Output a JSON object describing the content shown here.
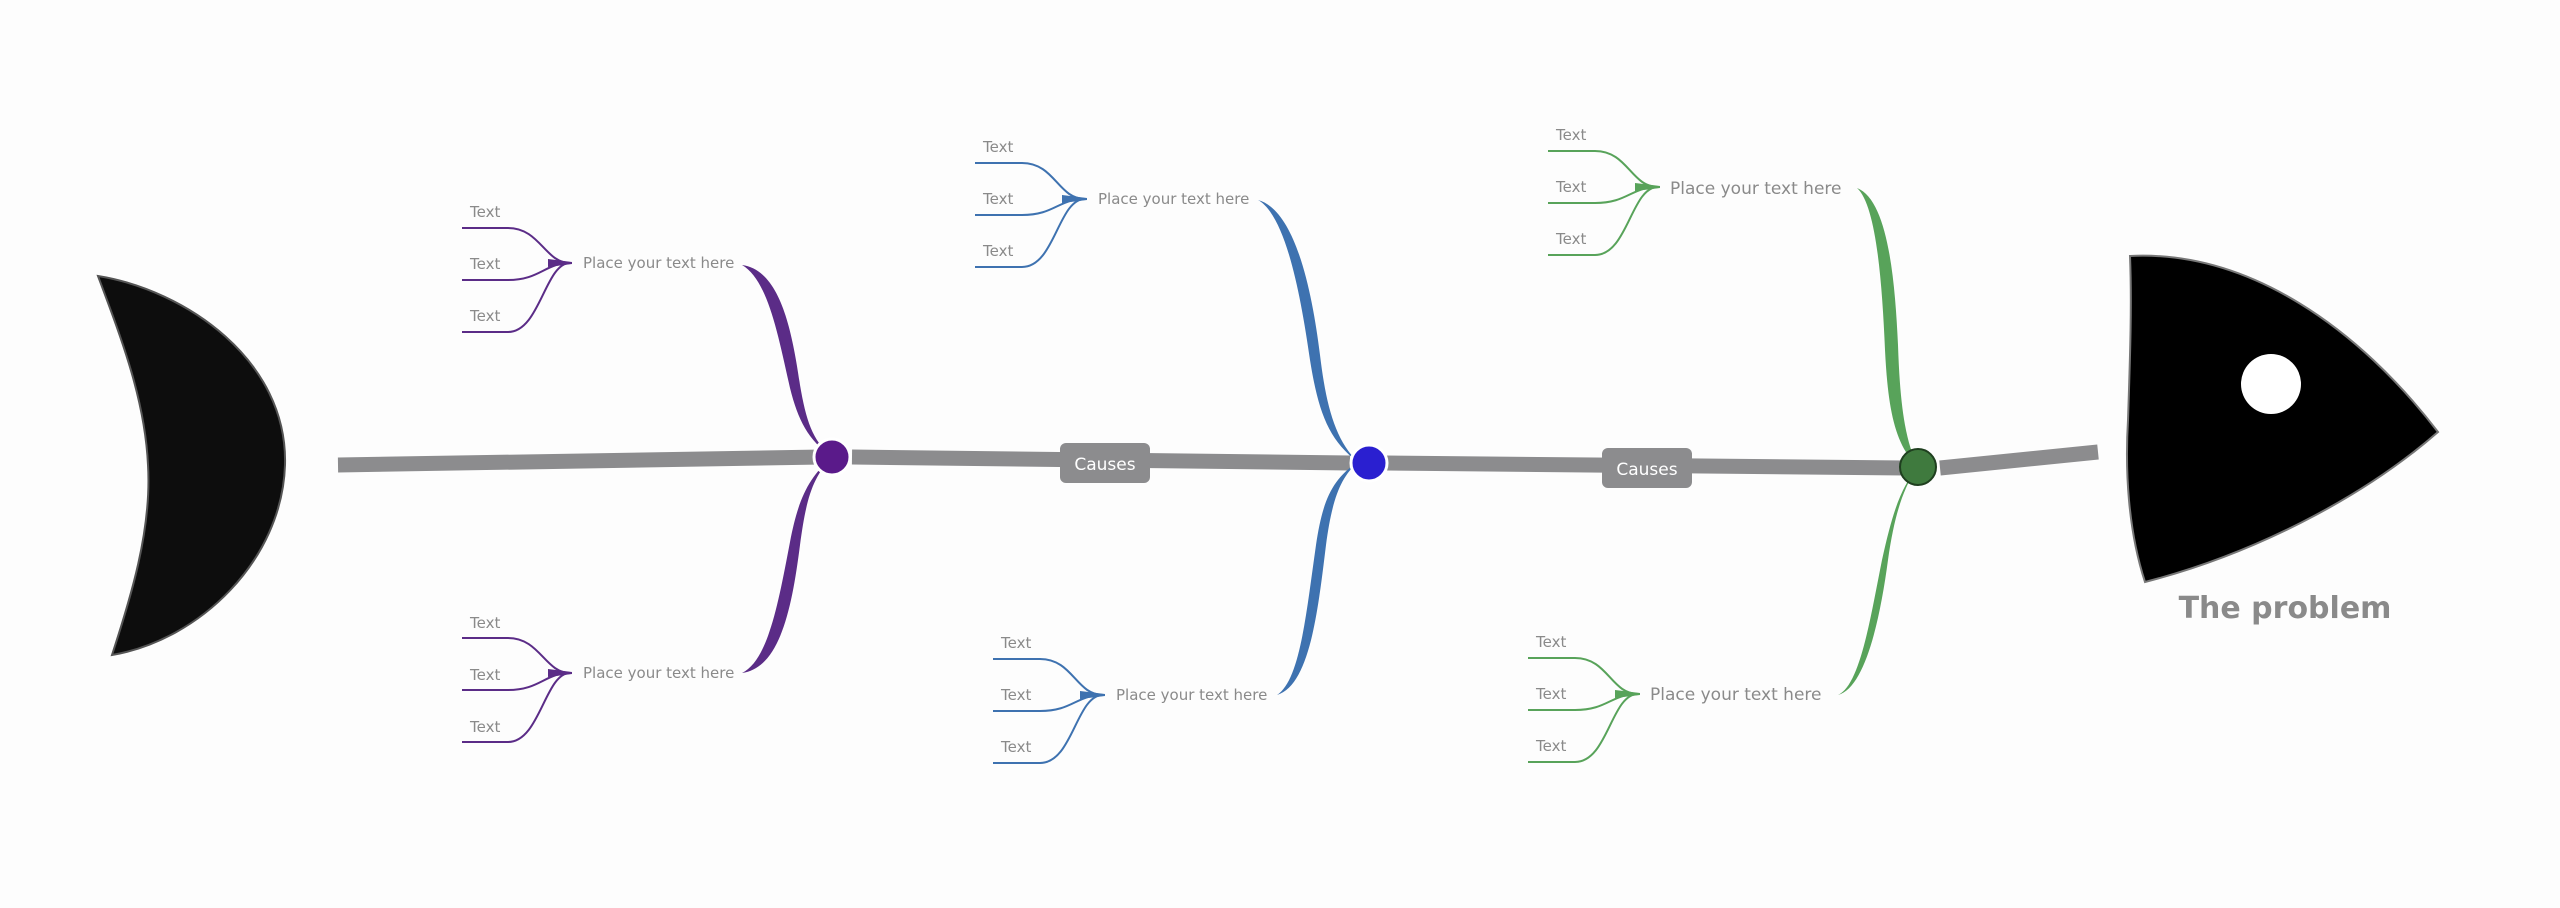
{
  "problem": {
    "label": "The problem"
  },
  "causes_labels": [
    "Causes",
    "Causes"
  ],
  "colors": {
    "spine": "#8c8c8e",
    "purple": "#5b2c87",
    "blue": "#3e72b0",
    "green": "#58a35a",
    "node_purple": "#5a1a8a",
    "node_blue": "#2a1fd0",
    "node_green": "#3f7a3e",
    "fish": "#0d0d0d"
  },
  "categories": [
    {
      "id": "top1",
      "color": "purple",
      "label": "Place your text here",
      "items": [
        "Text",
        "Text",
        "Text"
      ]
    },
    {
      "id": "bot1",
      "color": "purple",
      "label": "Place your text here",
      "items": [
        "Text",
        "Text",
        "Text"
      ]
    },
    {
      "id": "top2",
      "color": "blue",
      "label": "Place your text here",
      "items": [
        "Text",
        "Text",
        "Text"
      ]
    },
    {
      "id": "bot2",
      "color": "blue",
      "label": "Place your text here",
      "items": [
        "Text",
        "Text",
        "Text"
      ]
    },
    {
      "id": "top3",
      "color": "green",
      "label": "Place your text here",
      "items": [
        "Text",
        "Text",
        "Text"
      ]
    },
    {
      "id": "bot3",
      "color": "green",
      "label": "Place your text here",
      "items": [
        "Text",
        "Text",
        "Text"
      ]
    }
  ]
}
